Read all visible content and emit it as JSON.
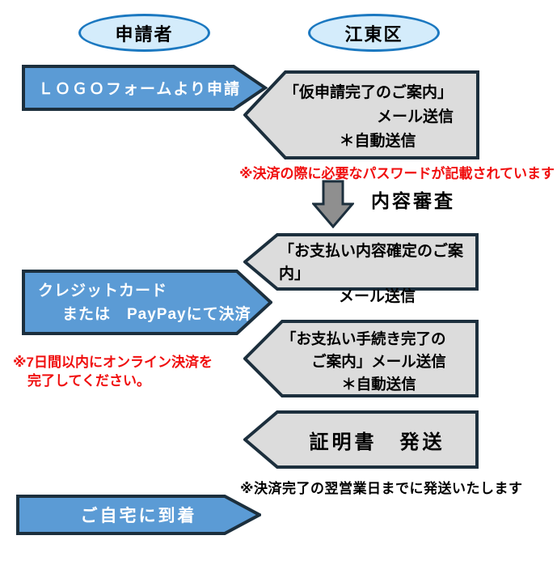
{
  "colors": {
    "bg": "#ffffff",
    "blue_fill": "#5b9bd5",
    "shape_border": "#1c2f3d",
    "gray_fill": "#dcdcdc",
    "arrow_gray": "#8f8f8f",
    "ellipse_fill": "#d4ecfb",
    "ellipse_border": "#1b78c0",
    "note_red": "#f00e0e",
    "text_black": "#000000"
  },
  "actors": {
    "applicant": "申請者",
    "ward": "江東区"
  },
  "flow": {
    "apply": {
      "label": "ＬＯＧＯフォームより申請"
    },
    "temp_notice": {
      "line1": "「仮申請完了のご案内」",
      "line2": "メール送信",
      "line3": "＊自動送信"
    },
    "review": {
      "label": "内容審査"
    },
    "confirm_notice": {
      "line1": "「お支払い内容確定のご案内」",
      "line2": "メール送信"
    },
    "payment": {
      "line1": "クレジットカード",
      "line2": "または　PayPayにて決済"
    },
    "complete_notice": {
      "line1": "「お支払い手続き完了の",
      "line2": "ご案内」メール送信",
      "line3": "＊自動送信"
    },
    "certificate": {
      "label": "証明書　発送"
    },
    "arrival": {
      "label": "ご自宅に到着"
    }
  },
  "notes": {
    "password": "※決済の際に必要なパスワードが記載されています",
    "deadline_line1": "※7日間以内にオンライン決済を",
    "deadline_line2": "完了してください。",
    "shipping": "※決済完了の翌営業日までに発送いたします"
  }
}
